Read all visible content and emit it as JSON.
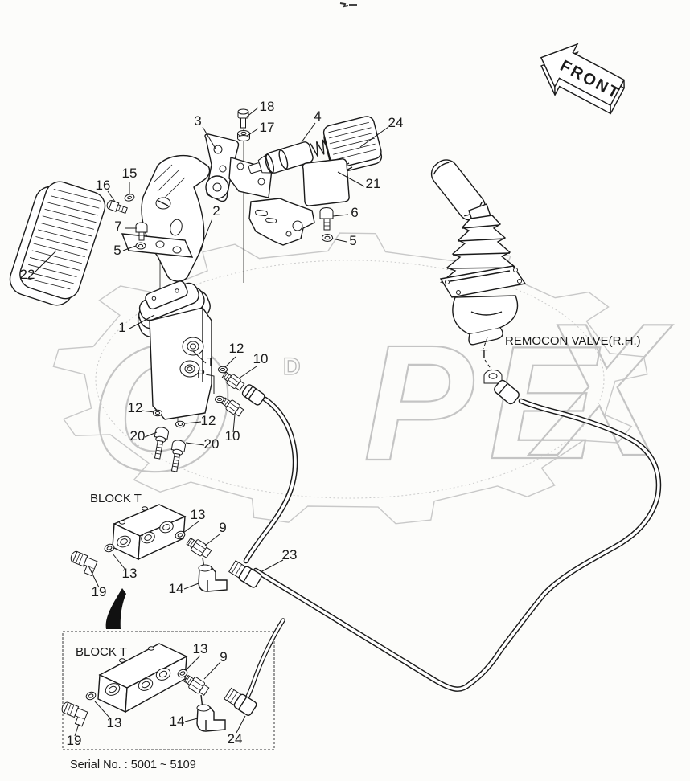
{
  "page": {
    "background": "#fcfcfa",
    "ink_color": "#1a1a1a",
    "watermark_color": "#c4c4c4"
  },
  "front_arrow": {
    "label": "FRONT"
  },
  "watermark": {
    "text": "OPEX",
    "letters": [
      "O",
      "P",
      "E",
      "X"
    ],
    "stray_d": "D"
  },
  "remocon": {
    "title": "REMOCON VALVE(R.H.)",
    "port": "T"
  },
  "pilot_valve": {
    "port_t": "T",
    "port_p": "P"
  },
  "block_main": {
    "title": "BLOCK T"
  },
  "inset": {
    "title": "BLOCK T",
    "serial": "Serial No. : 5001 ~ 5109"
  },
  "callouts": [
    "18",
    "17",
    "3",
    "4",
    "24",
    "21",
    "6",
    "5",
    "16",
    "15",
    "7",
    "5",
    "2",
    "22",
    "1",
    "12",
    "10",
    "12",
    "12",
    "20",
    "20",
    "10",
    "13",
    "9",
    "13",
    "19",
    "14",
    "23",
    "13",
    "9",
    "13",
    "19",
    "14",
    "24"
  ]
}
